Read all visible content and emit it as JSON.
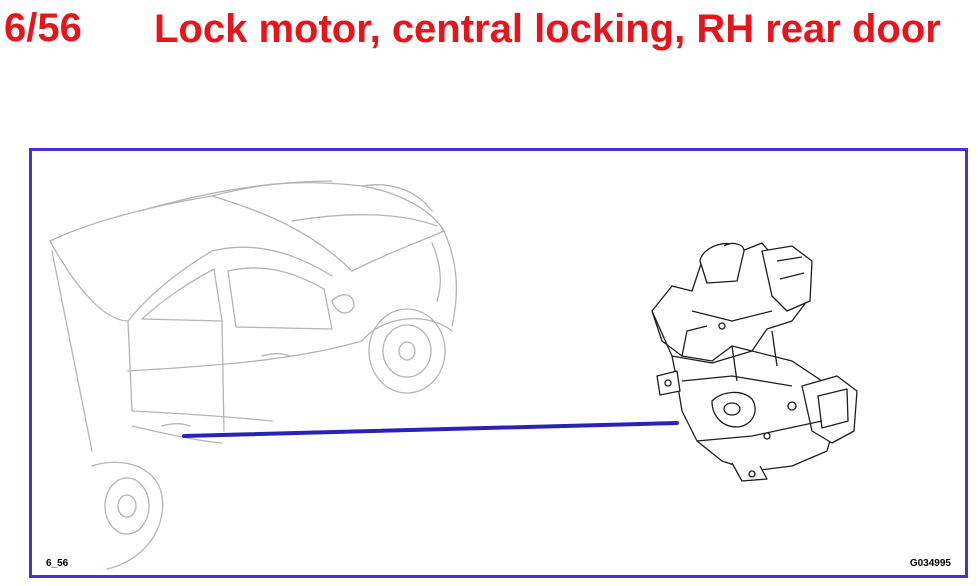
{
  "header": {
    "component_number": "6/56",
    "component_title": "Lock motor, central locking, RH rear door"
  },
  "figure": {
    "reference_label": "6_56",
    "image_code": "G034995",
    "border_color": "#4b2ed6",
    "leader_line_color": "#2a22b8",
    "title_color": "#e8141b"
  }
}
